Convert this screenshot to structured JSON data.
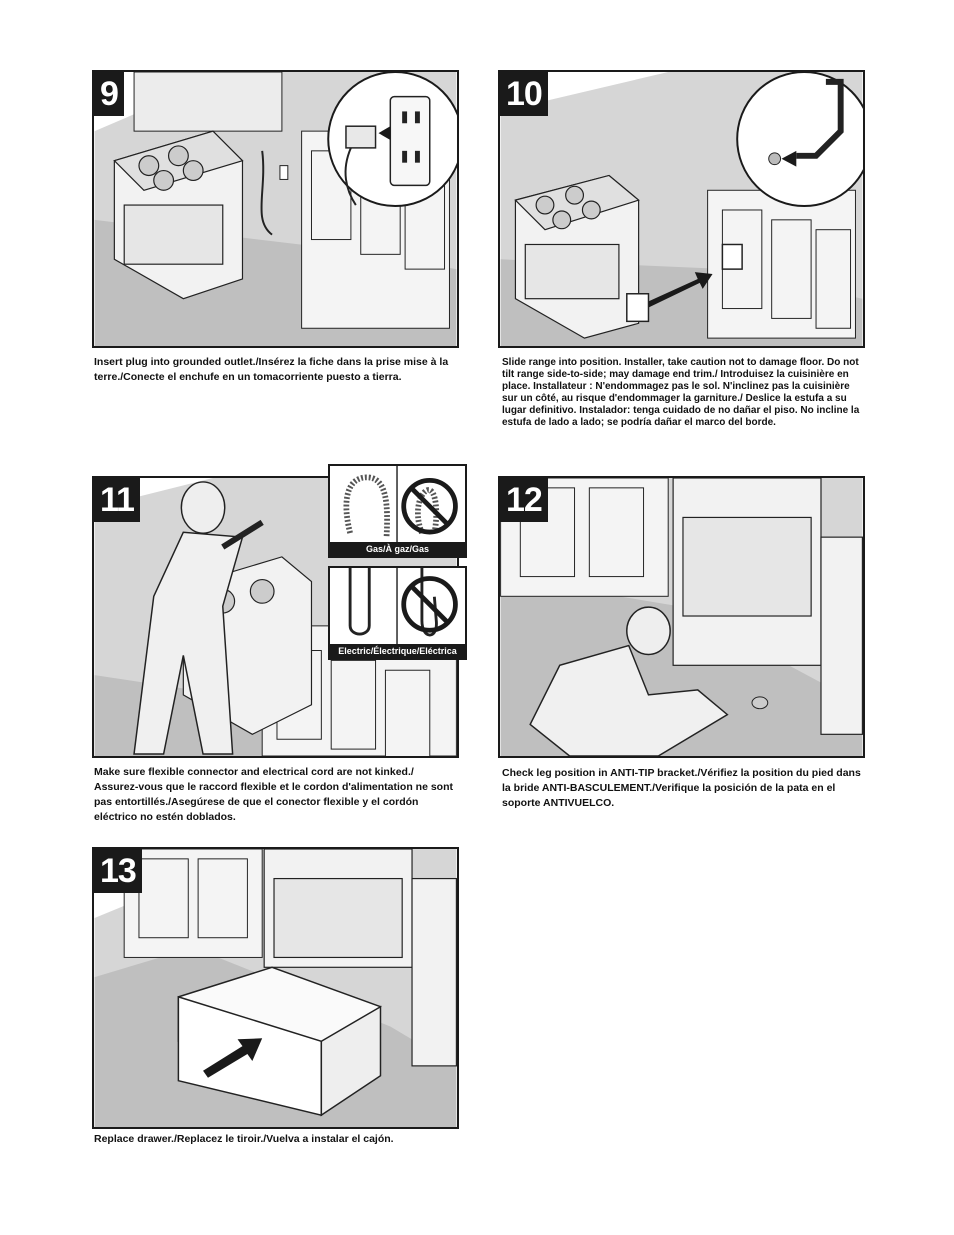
{
  "steps": [
    {
      "number": "9",
      "caption": "Insert plug into grounded outlet./Insérez la fiche dans la prise mise à la terre./Conecte el enchufe en un tomacorriente puesto a tierra."
    },
    {
      "number": "10",
      "caption": "Slide range into position. Installer, take caution not to damage floor. Do not tilt range side-to-side; may damage end trim./ Introduisez la cuisinière en place. Installateur : N'endommagez pas le sol. N'inclinez pas la cuisinière sur un côté, au risque d'endommager la garniture./ Deslice la estufa a su lugar definitivo. Instalador: tenga cuidado de no dañar el piso. No incline la estufa de lado a lado; se podría dañar el marco del borde."
    },
    {
      "number": "11",
      "caption": "Make sure flexible connector and electrical cord are not kinked./ Assurez-vous que le raccord flexible et le cordon d'alimentation ne sont pas entortillés./Asegúrese de que el conector flexible y el cordón eléctrico no estén doblados."
    },
    {
      "number": "12",
      "caption": "Check leg position in ANTI-TIP bracket./Vérifiez la position du pied dans la bride ANTI-BASCULEMENT./Verifique la posición de la pata en el soporte ANTIVUELCO."
    },
    {
      "number": "13",
      "caption": "Replace drawer./Replacez le tiroir./Vuelva a instalar el cajón."
    }
  ],
  "insets": {
    "gas_label": "Gas/À gaz/Gas",
    "electric_label": "Electric/Électrique/Eléctrica"
  }
}
